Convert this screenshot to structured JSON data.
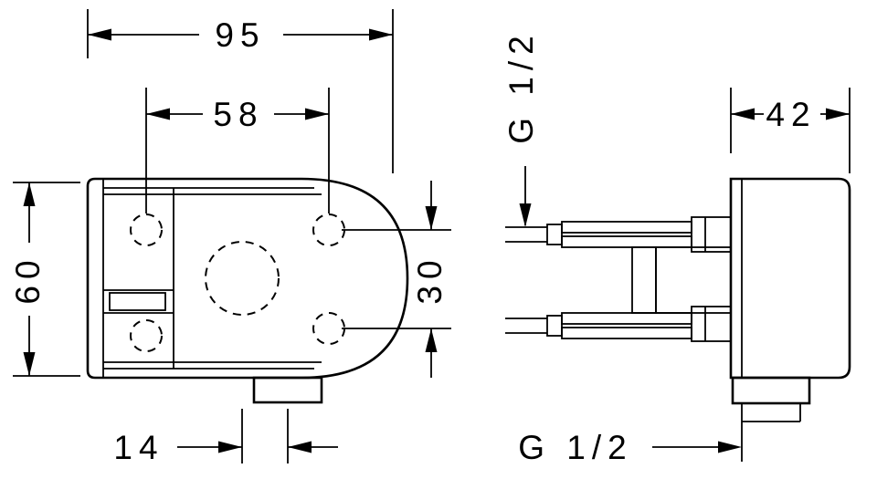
{
  "colors": {
    "line": "#000000",
    "background": "#ffffff"
  },
  "front_view": {
    "dims": {
      "overall_width": "95",
      "hole_spacing_horizontal": "58",
      "overall_height": "60",
      "hole_spacing_vertical": "30",
      "outlet_offset": "14"
    }
  },
  "side_view": {
    "dims": {
      "depth": "42"
    },
    "thread_top_label": "G 1/2",
    "thread_bottom_label": "G 1/2"
  }
}
